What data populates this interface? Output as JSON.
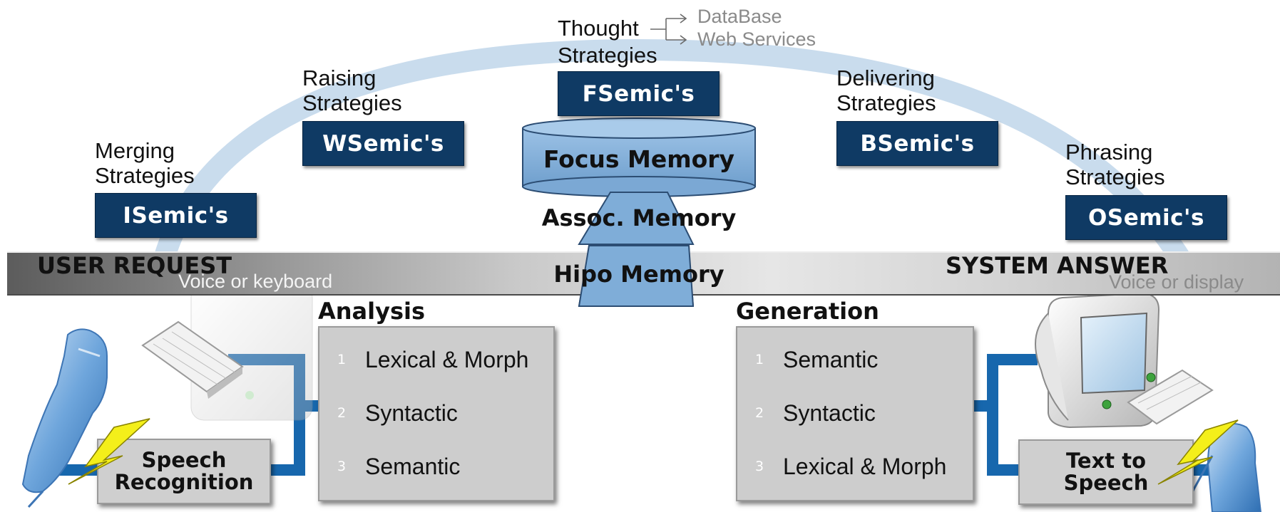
{
  "thought": {
    "label": "Thought",
    "label2": "Strategies",
    "branches": [
      "DataBase",
      "Web Services"
    ]
  },
  "strategies": [
    {
      "label": "Merging",
      "label2": "Strategies",
      "semic": "ISemic's"
    },
    {
      "label": "Raising",
      "label2": "Strategies",
      "semic": "WSemic's"
    },
    {
      "label": "Thought",
      "label2": "Strategies",
      "semic": "FSemic's"
    },
    {
      "label": "Delivering",
      "label2": "Strategies",
      "semic": "BSemic's"
    },
    {
      "label": "Phrasing",
      "label2": "Strategies",
      "semic": "OSemic's"
    }
  ],
  "memory": {
    "focus": "Focus Memory",
    "assoc": "Assoc. Memory",
    "hipo": "Hipo Memory"
  },
  "band": {
    "left_title": "USER REQUEST",
    "left_sub": "Voice or keyboard",
    "right_title": "SYSTEM ANSWER",
    "right_sub": "Voice or display"
  },
  "analysis": {
    "title": "Analysis",
    "steps": [
      {
        "num": "1",
        "label": "Lexical & Morph"
      },
      {
        "num": "2",
        "label": "Syntactic"
      },
      {
        "num": "3",
        "label": "Semantic"
      }
    ]
  },
  "generation": {
    "title": "Generation",
    "steps": [
      {
        "num": "1",
        "label": "Semantic"
      },
      {
        "num": "2",
        "label": "Syntactic"
      },
      {
        "num": "3",
        "label": "Lexical & Morph"
      }
    ]
  },
  "speech_recognition": {
    "line1": "Speech",
    "line2": "Recognition"
  },
  "text_to_speech": {
    "line1": "Text to",
    "line2": "Speech"
  },
  "colors": {
    "semic_bg": "#0f3a64",
    "memory_fill": "#7fadd8",
    "connector": "#1767ad",
    "arc": "#c9dced"
  }
}
